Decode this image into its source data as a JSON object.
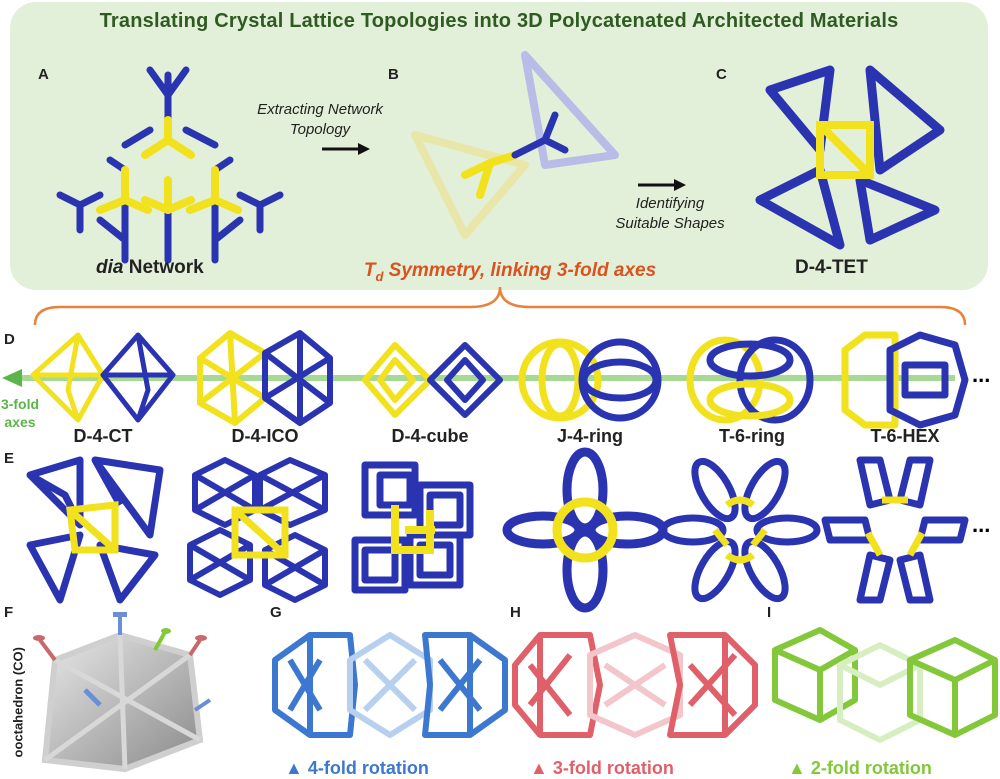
{
  "title": "Translating Crystal Lattice Topologies into 3D Polycatenated Architected Materials",
  "panels": {
    "A": "A",
    "B": "B",
    "C": "C",
    "D": "D",
    "E": "E",
    "F": "F",
    "G": "G",
    "H": "H",
    "I": "I"
  },
  "top": {
    "dia_prefix": "dia",
    "dia_suffix": " Network",
    "extract_line1": "Extracting Network",
    "extract_line2": "Topology",
    "identify_line1": "Identifying",
    "identify_line2": "Suitable Shapes",
    "d4tet": "D-4-TET",
    "td_symmetry": "T",
    "td_sub": "d",
    "td_rest": " Symmetry, linking 3-fold axes"
  },
  "row_d": {
    "fold_line1": "3-fold",
    "fold_line2": "axes",
    "ellipsis": "...",
    "labels": [
      "D-4-CT",
      "D-4-ICO",
      "D-4-cube",
      "J-4-ring",
      "T-6-ring",
      "T-6-HEX"
    ]
  },
  "row_e": {
    "ellipsis": "..."
  },
  "bottom": {
    "side_label": "ooctahedron (CO)",
    "g_note": "4-fold rotation",
    "h_note": "3-fold rotation",
    "i_note": "2-fold rotation"
  },
  "colors": {
    "panel_bg": "#e3f0d9",
    "title": "#2f5a22",
    "accent_orange": "#d9531e",
    "blue": "#2a34b0",
    "yellow": "#f2e11d",
    "green_axis": "#5cb54a",
    "g_blue": "#4a86d9",
    "h_red": "#e0606a",
    "i_green": "#82c83a"
  }
}
